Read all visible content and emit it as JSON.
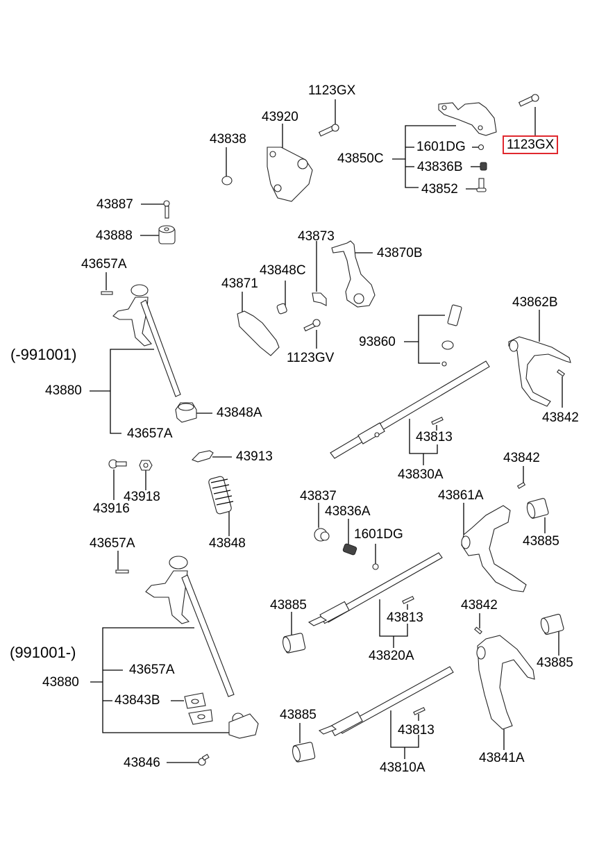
{
  "diagram": {
    "type": "exploded-parts-diagram",
    "highlight_color": "#e0282e",
    "highlighted_part": "1123GX",
    "group_labels": {
      "early": "(-991001)",
      "late": "(991001-)"
    },
    "callouts": {
      "c_1123gx_top": "1123GX",
      "c_1123gx_highlight": "1123GX",
      "c_43920": "43920",
      "c_43838": "43838",
      "c_43850c": "43850C",
      "c_1601dg_top": "1601DG",
      "c_43836b": "43836B",
      "c_43852": "43852",
      "c_43887": "43887",
      "c_43888": "43888",
      "c_43873": "43873",
      "c_43870b": "43870B",
      "c_43657a_1": "43657A",
      "c_43848c": "43848C",
      "c_43871": "43871",
      "c_43862b": "43862B",
      "c_93860": "93860",
      "c_1123gv": "1123GV",
      "c_43880_1": "43880",
      "c_43848a": "43848A",
      "c_43657a_2": "43657A",
      "c_43842_1": "43842",
      "c_43813_1": "43813",
      "c_43913": "43913",
      "c_43830a": "43830A",
      "c_43842_2": "43842",
      "c_43916": "43916",
      "c_43918": "43918",
      "c_43837": "43837",
      "c_43861a": "43861A",
      "c_43836a": "43836A",
      "c_1601dg_mid": "1601DG",
      "c_43848": "43848",
      "c_43885_1": "43885",
      "c_43657a_3": "43657A",
      "c_43885_2": "43885",
      "c_43842_3": "43842",
      "c_43813_2": "43813",
      "c_43820a": "43820A",
      "c_43657a_4": "43657A",
      "c_43885_3": "43885",
      "c_43880_2": "43880",
      "c_43843b": "43843B",
      "c_43885_4": "43885",
      "c_43813_3": "43813",
      "c_43846": "43846",
      "c_43810a": "43810A",
      "c_43841a": "43841A"
    }
  }
}
